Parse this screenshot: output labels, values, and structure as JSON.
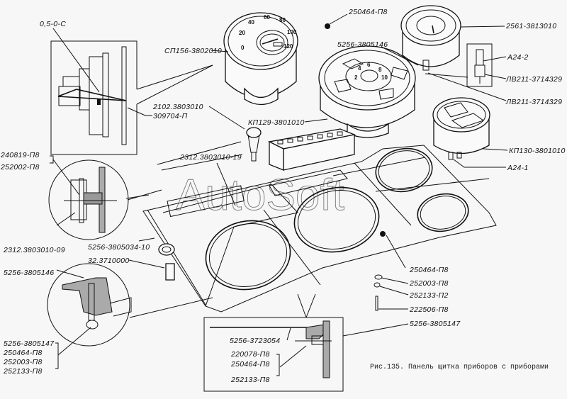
{
  "figure": {
    "caption": "Рис.135. Панель щитка приборов с приборами",
    "watermark": "AutoSoft"
  },
  "labels": {
    "top_left_inset": "0,5-0-С",
    "speedometer": "СП156-3802010",
    "nut_top": "250464-П8",
    "temp_gauge": "2561-3813010",
    "lamp_a24_2": "А24-2",
    "lamp_holder_1": "ЛВ211-3714329",
    "lamp_holder_2": "ЛВ211-3714329",
    "combo_gauge": "5256-3805146",
    "fuel_oil_gauge": "КП130-3801010",
    "lamp_a24_1": "А24-1",
    "warning_block": "КП129-3801010",
    "lamp_2102": "2102.3803010",
    "clip_309704": "309704-П",
    "switch_block": "2312.3803010-19",
    "screw_240819": "240819-П8",
    "washer_252002": "252002-П8",
    "lamp_2312_09": "2312.3803010-09",
    "panel_5256_3805034": "5256-3805034-10",
    "switch_32": "32.3710000",
    "inset_combo_gauge": "5256-3805146",
    "stack_bottom_left": [
      "5256-3805147",
      "250464-П8",
      "252003-П8",
      "252133-П8"
    ],
    "nut_right": "250464-П8",
    "washer_right_1": "252003-П8",
    "washer_right_2": "252133-П2",
    "bolt_right": "222506-П8",
    "bracket_right": "5256-3805147",
    "bottom_inset_part": "5256-3723054",
    "stack_bottom_inset": [
      "220078-П8",
      "250464-П8",
      "252133-П8"
    ]
  },
  "speedometer_scale": [
    "0",
    "20",
    "40",
    "60",
    "80",
    "100",
    "120"
  ],
  "combo_gauge_scale": [
    "2",
    "4",
    "6",
    "8",
    "10"
  ]
}
